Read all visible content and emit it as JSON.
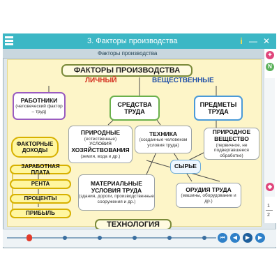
{
  "window": {
    "title": "3. Факторы производства"
  },
  "subbar": {
    "title": "Факторы производства"
  },
  "titlebar_controls": {
    "info": "i",
    "minimize": "—",
    "close": "✕"
  },
  "slide": {
    "main_title": "ФАКТОРЫ ПРОИЗВОДСТВА",
    "label_personal": "ЛИЧНЫЙ",
    "label_material": "ВЕЩЕСТВЕННЫЕ",
    "workers": {
      "title": "РАБОТНИКИ",
      "sub": "(человеческий фактор – труд)"
    },
    "means": {
      "title": "СРЕДСТВА ТРУДА"
    },
    "objects": {
      "title": "ПРЕДМЕТЫ ТРУДА"
    },
    "natural": {
      "title": "ПРИРОДНЫЕ",
      "sub1": "(естественные)",
      "mid": "УСЛОВИЯ",
      "title2": "ХОЗЯЙСТВОВАНИЯ",
      "sub2": "(земля, вода и др.)"
    },
    "technique": {
      "title": "ТЕХНИКА",
      "sub": "(созданные человеком условия труда)"
    },
    "natural_substance": {
      "title": "ПРИРОДНОЕ ВЕЩЕСТВО",
      "sub": "(первичное, не подвергавшееся обработке)"
    },
    "raw": {
      "title": "СЫРЬЕ"
    },
    "material_conditions": {
      "title": "МАТЕРИАЛЬНЫЕ УСЛОВИЯ ТРУДА",
      "sub": "(здания, дороги, производственные сооружения и др.)"
    },
    "tools": {
      "title": "ОРУДИЯ ТРУДА",
      "sub": "(машины, оборудование и др.)"
    },
    "factor_incomes": {
      "title": "ФАКТОРНЫЕ ДОХОДЫ"
    },
    "incomes": [
      "ЗАРАБОТНАЯ ПЛАТА",
      "РЕНТА",
      "ПРОЦЕНТЫ",
      "ПРИБЫЛЬ"
    ],
    "technology": "ТЕХНОЛОГИЯ"
  },
  "sidebar": {
    "pages": [
      "1",
      "2"
    ]
  },
  "colors": {
    "titlebar": "#3cb7c5",
    "slide_bg": "#fdf5c8",
    "accent_blue": "#2f80c8"
  }
}
